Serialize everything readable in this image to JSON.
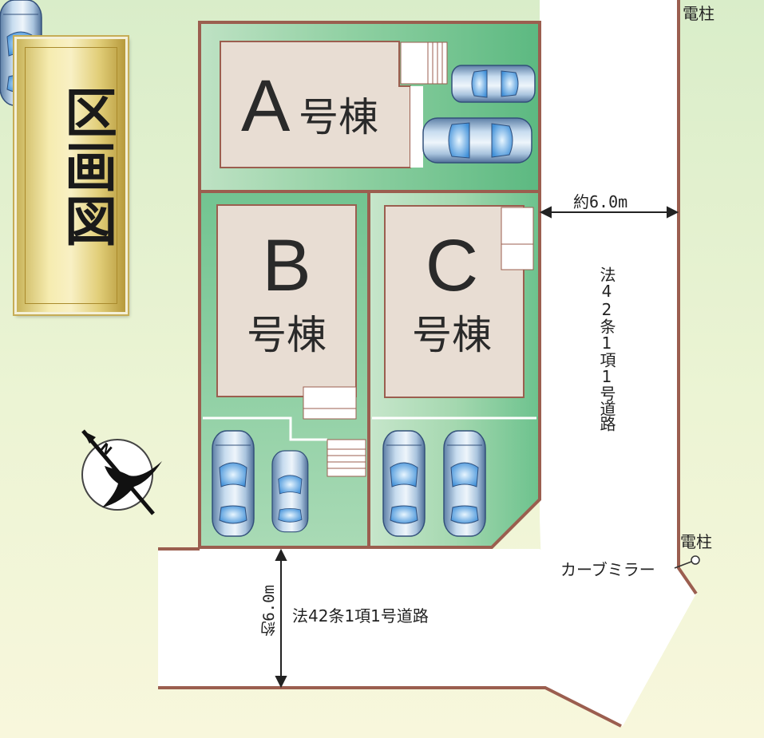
{
  "title": "区画図",
  "buildings": [
    {
      "id": "A",
      "letter": "A",
      "name": "号棟"
    },
    {
      "id": "B",
      "letter": "B",
      "name": "号棟"
    },
    {
      "id": "C",
      "letter": "C",
      "name": "号棟"
    }
  ],
  "road_east": {
    "width_label": "約6.0m",
    "type_label": "法42条1項1号道路"
  },
  "road_south": {
    "width_label": "約6.0m",
    "type_label": "法42条1項1号道路"
  },
  "utility_pole_top": "電柱",
  "utility_pole_bottom": "電柱",
  "curve_mirror": "カーブミラー",
  "compass_letter": "N",
  "colors": {
    "lot_green": "#6fc18d",
    "lot_light": "#b9dfc0",
    "boundary": "#9b5e4f",
    "building_fill": "#e8ddd3",
    "road": "#ffffff",
    "bg_top": "#d8ecc8",
    "bg_bottom": "#f8f7dc"
  }
}
